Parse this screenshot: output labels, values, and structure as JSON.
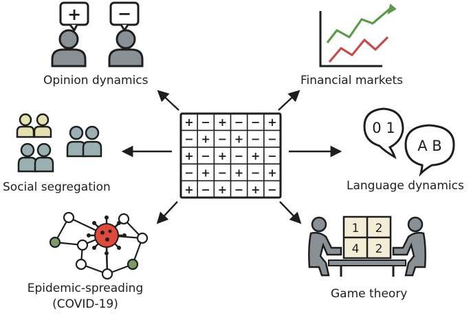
{
  "grid": {
    "rows": [
      [
        "+",
        "−",
        "+",
        "−",
        "−",
        "+"
      ],
      [
        "−",
        "+",
        "−",
        "+",
        "−",
        "−"
      ],
      [
        "+",
        "−",
        "+",
        "−",
        "+",
        "−"
      ],
      [
        "−",
        "+",
        "−",
        "+",
        "−",
        "+"
      ],
      [
        "+",
        "−",
        "+",
        "−",
        "+",
        "−"
      ]
    ]
  },
  "labels": {
    "opinion": "Opinion dynamics",
    "financial": "Financial markets",
    "segregation": "Social segregation",
    "language": "Language dynamics",
    "epidemic_line1": "Epidemic-spreading",
    "epidemic_line2": "(COVID-19)",
    "game": "Game theory"
  },
  "opinion_icons": {
    "plus": "+",
    "minus": "−"
  },
  "language_bubbles": {
    "left": "0 1",
    "right": "A B"
  },
  "game_board": [
    "1",
    "2",
    "4",
    "2"
  ],
  "colors": {
    "ink": "#1e1e1e",
    "person_gray": "#8a9196",
    "person_yellow": "#e4e0b0",
    "person_teal": "#9bb0b2",
    "line_green": "#5a9a48",
    "line_red": "#c84a48",
    "virus_red": "#e04a3c",
    "node_green": "#7a9a6a",
    "board_fill": "#f3ecd6"
  },
  "icons": [
    "plus-bubble-icon",
    "minus-bubble-icon",
    "person-icon",
    "line-chart-icon",
    "speech-bubble-icon",
    "virus-icon",
    "network-icon",
    "players-table-icon",
    "arrow-icon"
  ]
}
